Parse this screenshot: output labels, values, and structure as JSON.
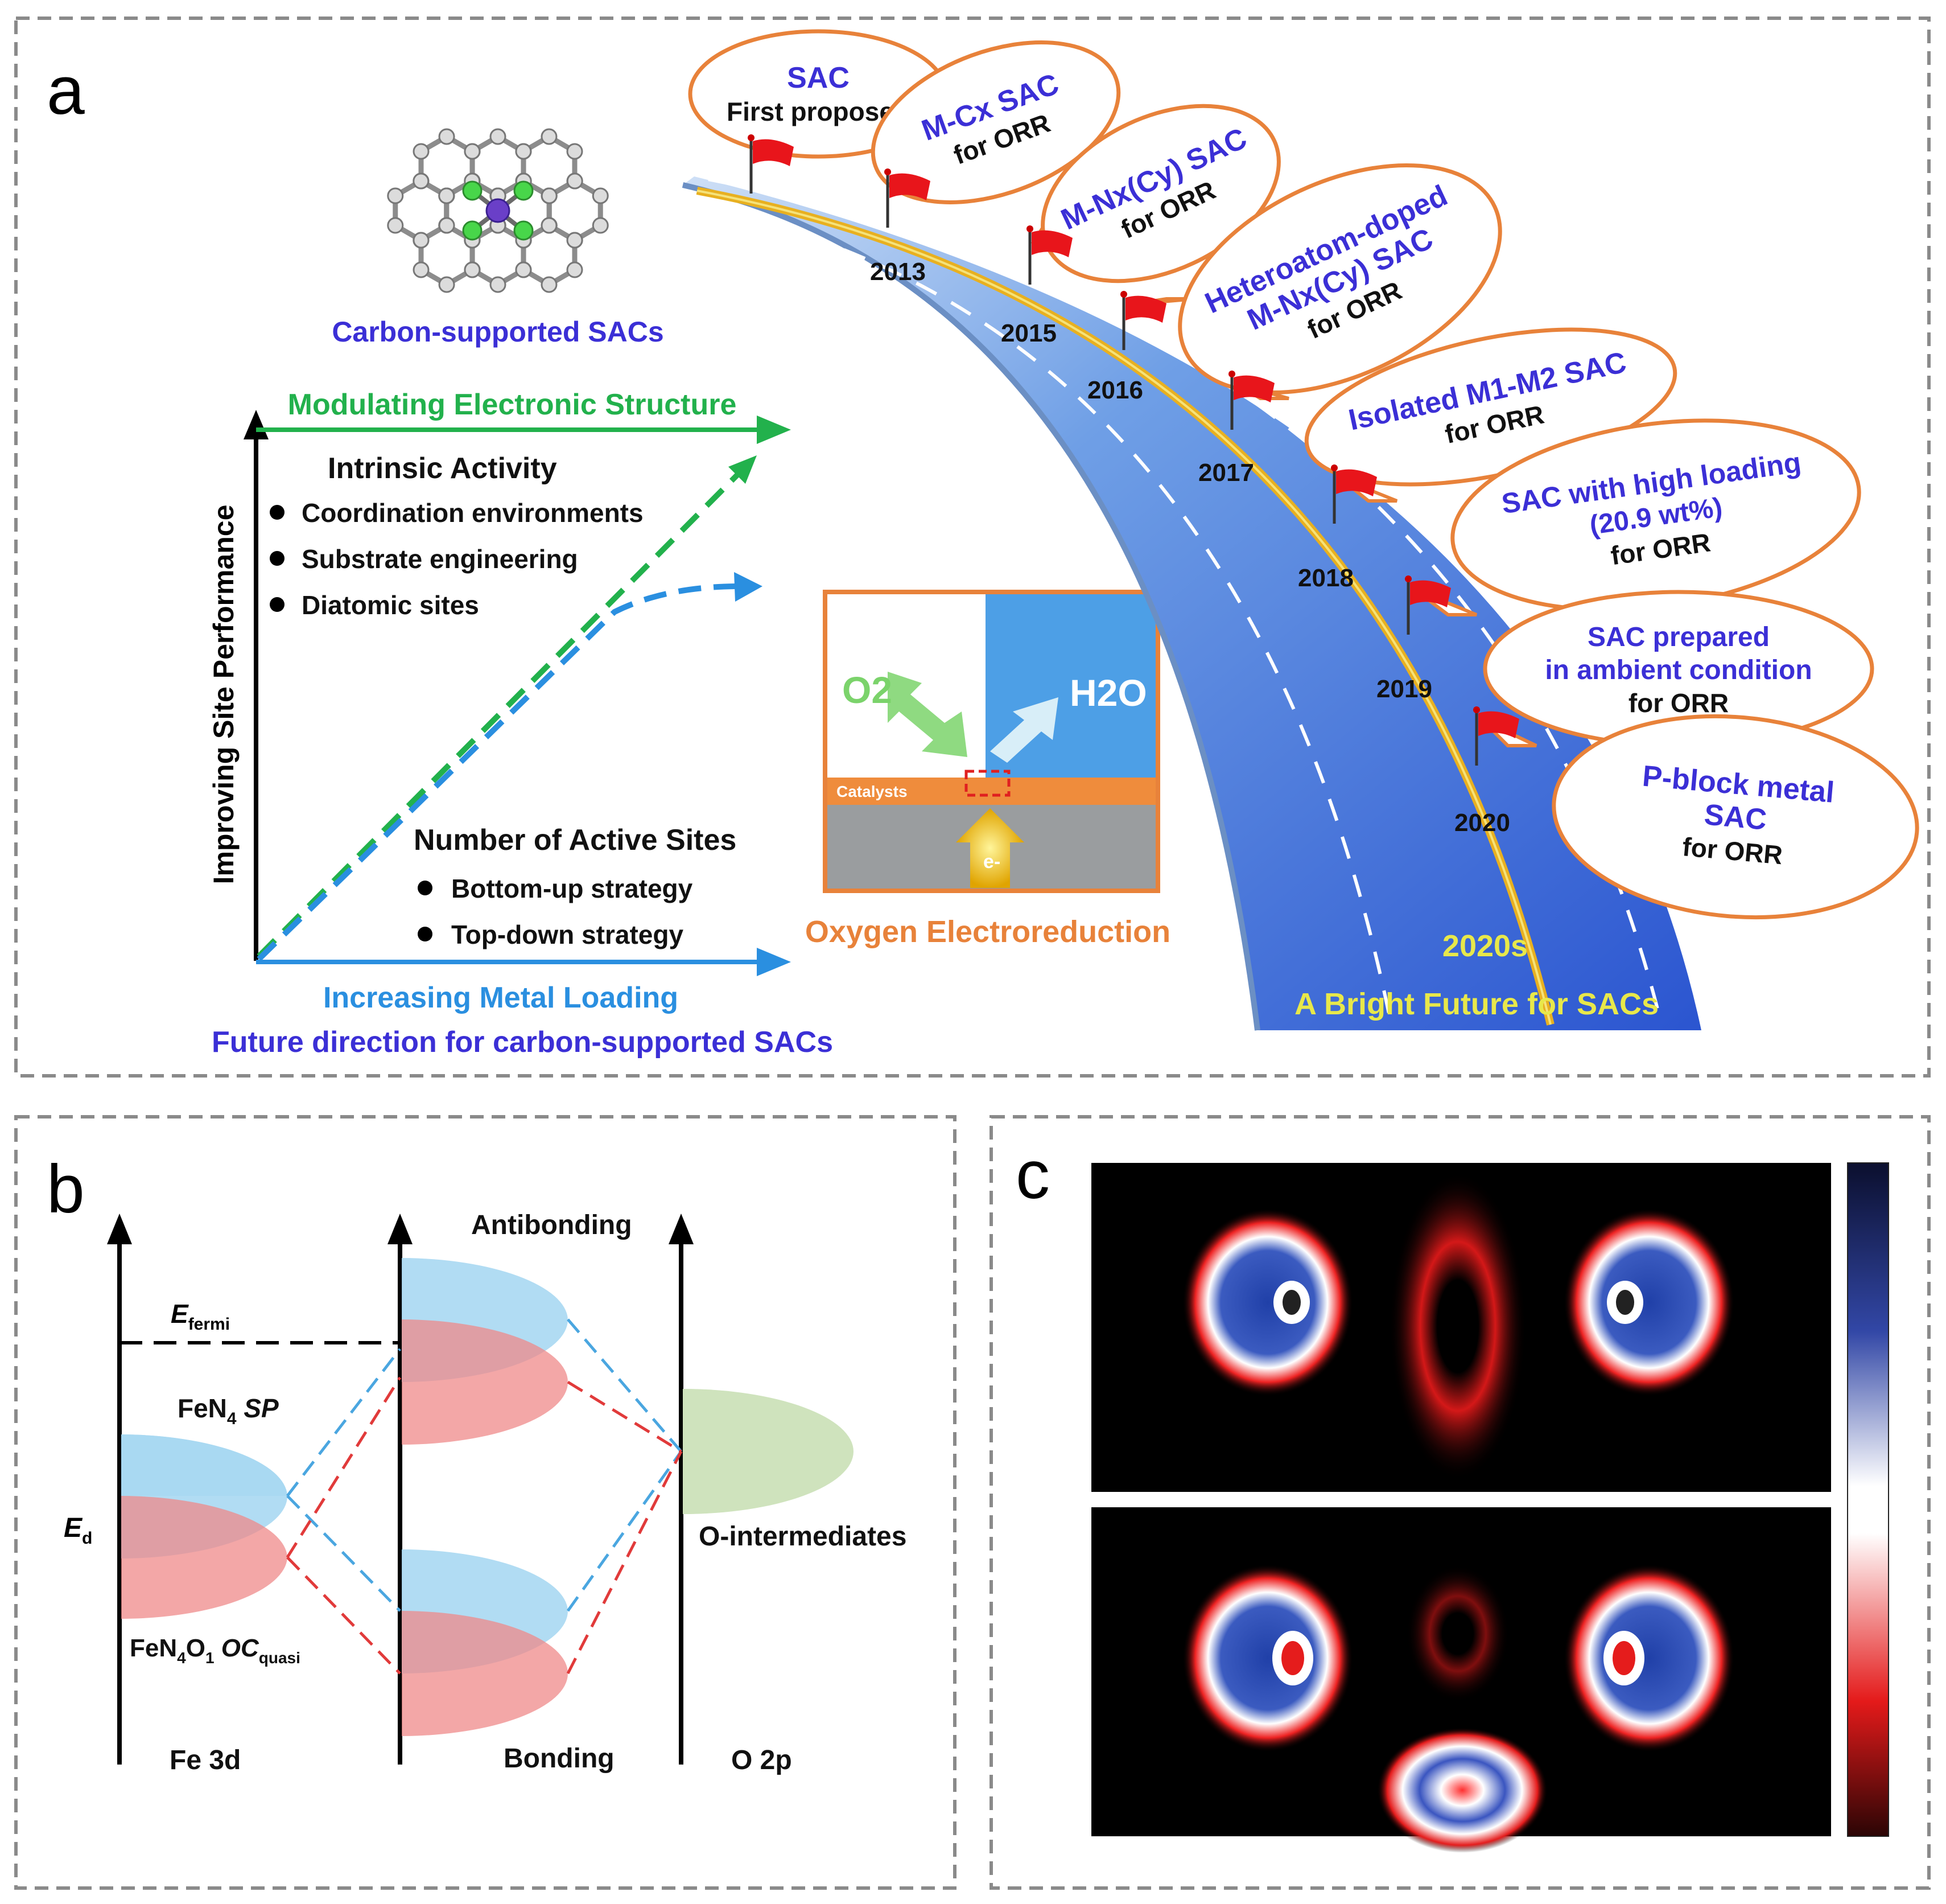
{
  "panels": {
    "a": {
      "letter": "a",
      "molecule_caption": "Carbon-supported SACs",
      "chart_axes": {
        "y_label": "Improving Site Performance",
        "top_arrow_label": "Modulating Electronic Structure",
        "bottom_arrow_label": "Increasing Metal Loading",
        "footer": "Future direction for carbon-supported SACs"
      },
      "intrinsic": {
        "heading": "Intrinsic Activity",
        "items": [
          "Coordination environments",
          "Substrate engineering",
          "Diatomic sites"
        ]
      },
      "active_sites": {
        "heading": "Number of Active Sites",
        "items": [
          "Bottom-up strategy",
          "Top-down strategy"
        ]
      },
      "orr_inset": {
        "o2": "O2",
        "h2o": "H2O",
        "catalysts": "Catalysts",
        "electron": "e-",
        "caption": "Oxygen Electroreduction"
      },
      "timeline": {
        "future_year": "2020s",
        "future_text": "A Bright Future for SACs",
        "milestones": [
          {
            "year": "",
            "lines": [
              "SAC",
              "First proposed"
            ]
          },
          {
            "year": "2013",
            "lines": [
              "M-Cx SAC",
              "for ORR"
            ]
          },
          {
            "year": "2015",
            "lines": [
              "M-Nx(Cy) SAC",
              "for ORR"
            ]
          },
          {
            "year": "2016",
            "lines": [
              "Heteroatom-doped",
              "M-Nx(Cy) SAC",
              "for ORR"
            ]
          },
          {
            "year": "2017",
            "lines": [
              "Isolated M1-M2 SAC",
              "for ORR"
            ]
          },
          {
            "year": "2018",
            "lines": [
              "SAC with high loading",
              "(20.9 wt%)",
              "for ORR"
            ]
          },
          {
            "year": "2019",
            "lines": [
              "SAC prepared",
              "in ambient condition",
              "for ORR"
            ]
          },
          {
            "year": "2020",
            "lines": [
              "P-block metal",
              "SAC",
              "for ORR"
            ]
          }
        ]
      }
    },
    "b": {
      "letter": "b",
      "fermi": "E",
      "fermi_sub": "fermi",
      "ed": "E",
      "ed_sub": "d",
      "fen4": "FeN",
      "fen4_sub": "4",
      "fen4_sp": "SP",
      "fen4o1_a": "FeN",
      "fen4o1_sub1": "4",
      "fen4o1_b": "O",
      "fen4o1_sub2": "1",
      "fen4o1_oc": "OC",
      "fen4o1_quasi": "quasi",
      "antibonding": "Antibonding",
      "bonding": "Bonding",
      "o_intermediates": "O-intermediates",
      "fe3d": "Fe 3d",
      "o2p": "O 2p"
    },
    "c": {
      "letter": "c"
    }
  },
  "colors": {
    "green": "#22b14c",
    "blue_arrow": "#2a8fe0",
    "purple_text": "#3b2fd6",
    "orange": "#e8823a",
    "flag_red": "#e8151b",
    "road_blue": "#4a86e8",
    "ellipse_blue": "#a9d8f2",
    "ellipse_red": "#ef8a8a",
    "ellipse_green": "#cfe3bd",
    "future_yellow": "#e8e84a"
  }
}
